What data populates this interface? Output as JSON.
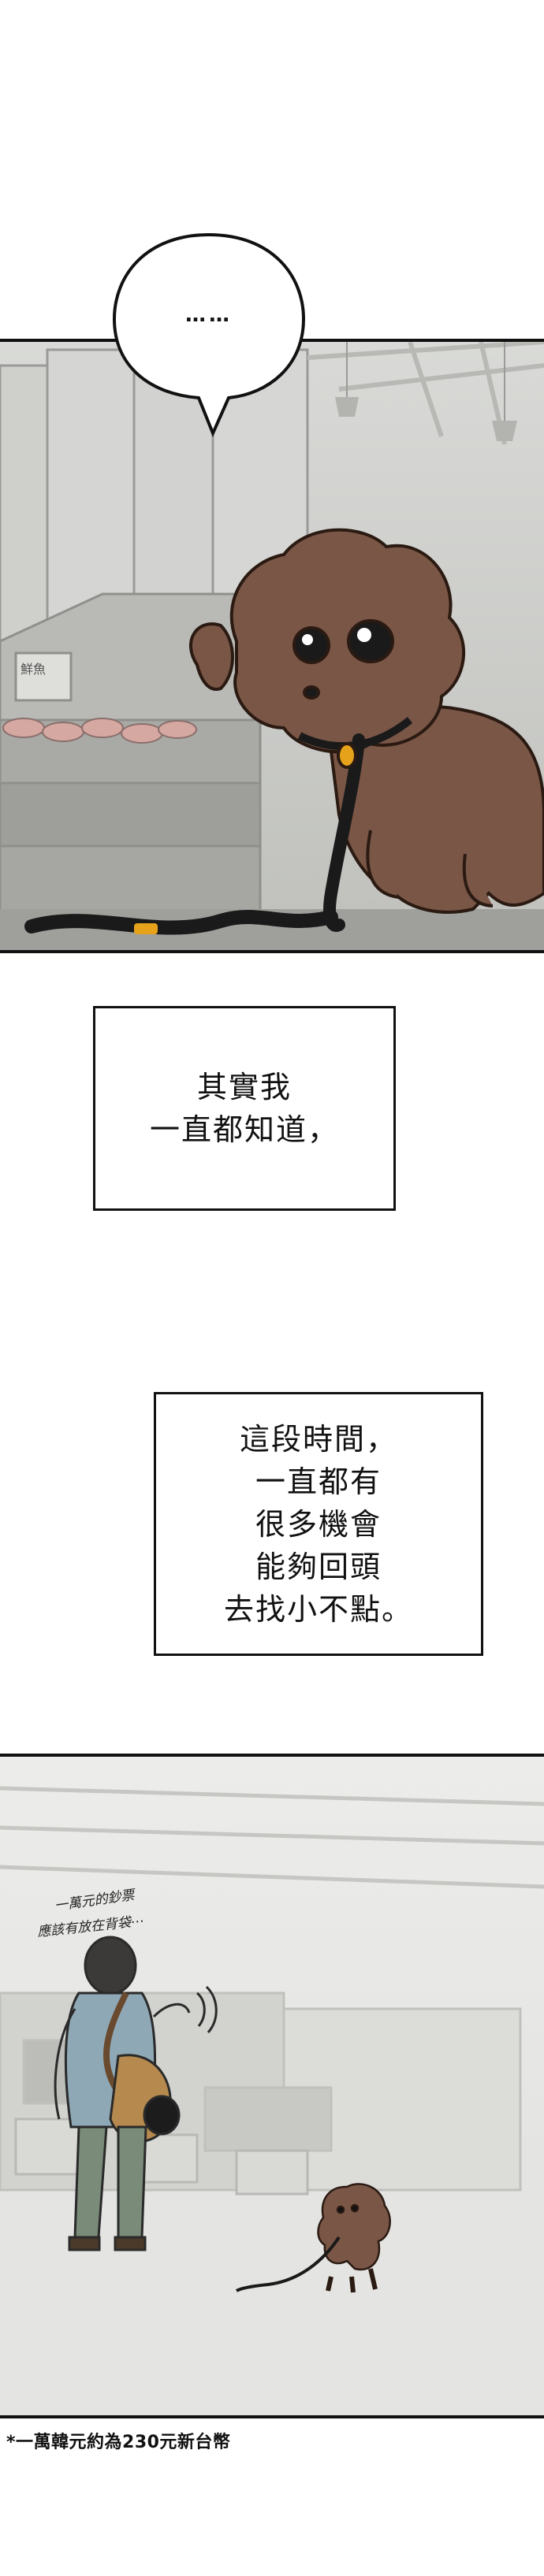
{
  "speech_bubble": {
    "text": "……"
  },
  "narration_1": {
    "lines": [
      "其實我",
      "一直都知道，"
    ]
  },
  "narration_2": {
    "lines": [
      "這段時間，",
      "一直都有",
      "很多機會",
      "能夠回頭",
      "去找小不點。"
    ]
  },
  "panel_1": {
    "signage": "鮮魚"
  },
  "panel_2": {
    "handwritten_note": [
      "一萬元的鈔票",
      "應該有放在背袋⋯"
    ]
  },
  "footnote": "*一萬韓元約為230元新台幣",
  "colors": {
    "dog_brown": "#7a5646",
    "leash": "#1a1a1a",
    "tag": "#e7a21c",
    "ink": "#111111"
  }
}
